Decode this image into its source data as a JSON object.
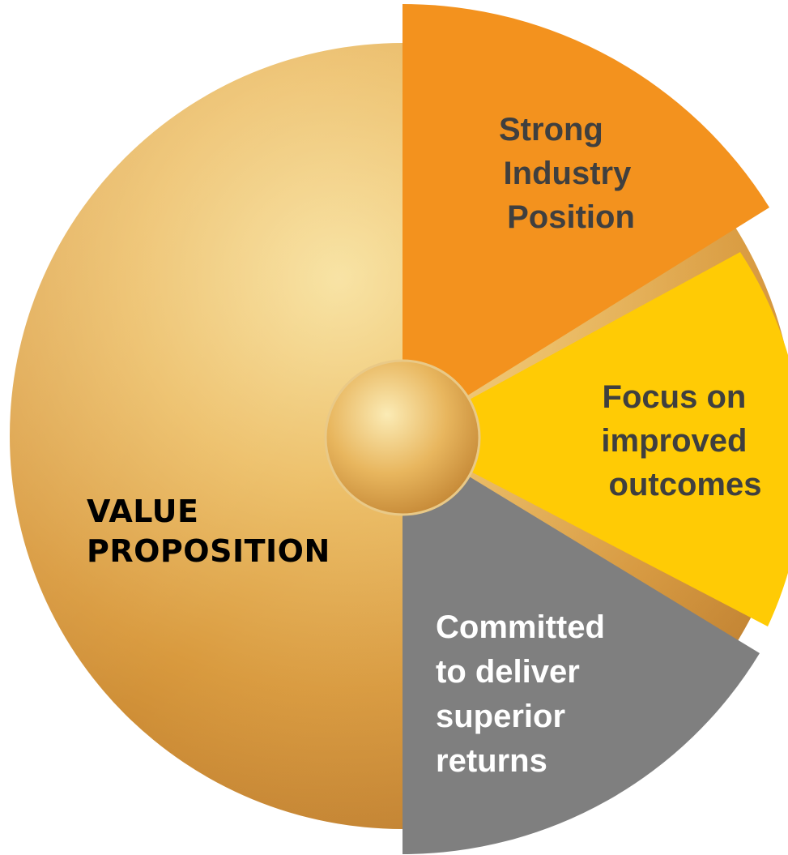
{
  "diagram": {
    "main_label": [
      "VALUE",
      "PROPOSITION"
    ],
    "segments": [
      {
        "id": "strong-industry-position",
        "lines": [
          "Strong",
          "Industry",
          "Position"
        ],
        "color": "#F3921E",
        "text_color": "#3F3F3F"
      },
      {
        "id": "focus-on-improved-outcomes",
        "lines": [
          "Focus on",
          "improved",
          "outcomes"
        ],
        "color": "#FFCB05",
        "text_color": "#3F3F3F"
      },
      {
        "id": "committed-to-deliver-superior-returns",
        "lines": [
          "Committed",
          "to deliver",
          "superior",
          "returns"
        ],
        "color": "#7F7F7F",
        "text_color": "#FFFFFF"
      }
    ],
    "colors": {
      "gold_light": "#F6D98A",
      "gold_mid": "#E1A94A",
      "gold_dark": "#B8792A",
      "main_text": "#000000"
    }
  }
}
